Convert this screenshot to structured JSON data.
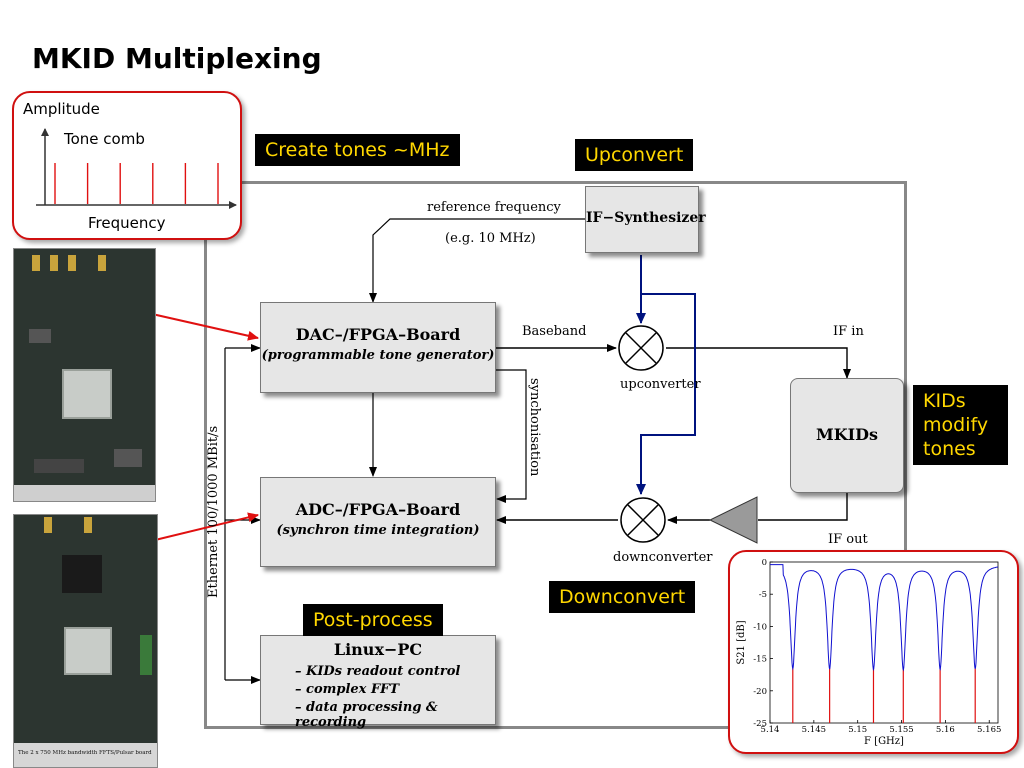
{
  "slide": {
    "title": "MKID Multiplexing"
  },
  "callouts": {
    "create_tones": "Create tones ~MHz",
    "upconvert": "Upconvert",
    "kids_line1": "KIDs",
    "kids_line2": "modify",
    "kids_line3": "tones",
    "downconvert": "Downconvert",
    "post_process": "Post-process"
  },
  "tone_comb": {
    "y_label": "Amplitude",
    "x_label": "Frequency",
    "legend": "Tone comb",
    "tone_count": 6
  },
  "blocks": {
    "if_synth": "IF−Synthesizer",
    "dac_title": "DAC–/FPGA–Board",
    "dac_sub": "(programmable tone generator)",
    "adc_title": "ADC–/FPGA–Board",
    "adc_sub": "(synchron time integration)",
    "mkids": "MKIDs",
    "linux_title": "Linux−PC",
    "linux_items": [
      "– KIDs readout control",
      "– complex FFT",
      "– data processing & recording"
    ]
  },
  "labels": {
    "ref_freq": "reference frequency",
    "ref_freq_example": "(e.g. 10 MHz)",
    "baseband": "Baseband",
    "if_in": "IF in",
    "if_out": "IF out",
    "upconverter": "upconverter",
    "downconverter": "downconverter",
    "synchronisation": "synchonisation",
    "ethernet": "Ethernet 100/1000 MBit/s"
  },
  "board_photo": {
    "caption": "The 2 x 750 MHz bandwidth FFTS/Pulsar board"
  },
  "colors": {
    "callout_bg": "#000000",
    "callout_text": "#ffd700",
    "inset_border": "#d01010",
    "lo_line": "#00137f",
    "arrow_red": "#e01010"
  },
  "chart_data": {
    "type": "line",
    "xlabel": "F  [GHz]",
    "ylabel": "S21 [dB]",
    "xlim": [
      5.14,
      5.166
    ],
    "ylim": [
      -25,
      0
    ],
    "x_ticks": [
      "5.14",
      "5.145",
      "5.15",
      "5.155",
      "5.16",
      "5.165"
    ],
    "y_ticks": [
      "0",
      "-5",
      "-10",
      "-15",
      "-20",
      "-25"
    ],
    "resonances_ghz": [
      5.1426,
      5.1468,
      5.1518,
      5.1552,
      5.1594,
      5.1634
    ],
    "resonance_depth_db": -16,
    "tone_line_bottom_db": -25
  }
}
